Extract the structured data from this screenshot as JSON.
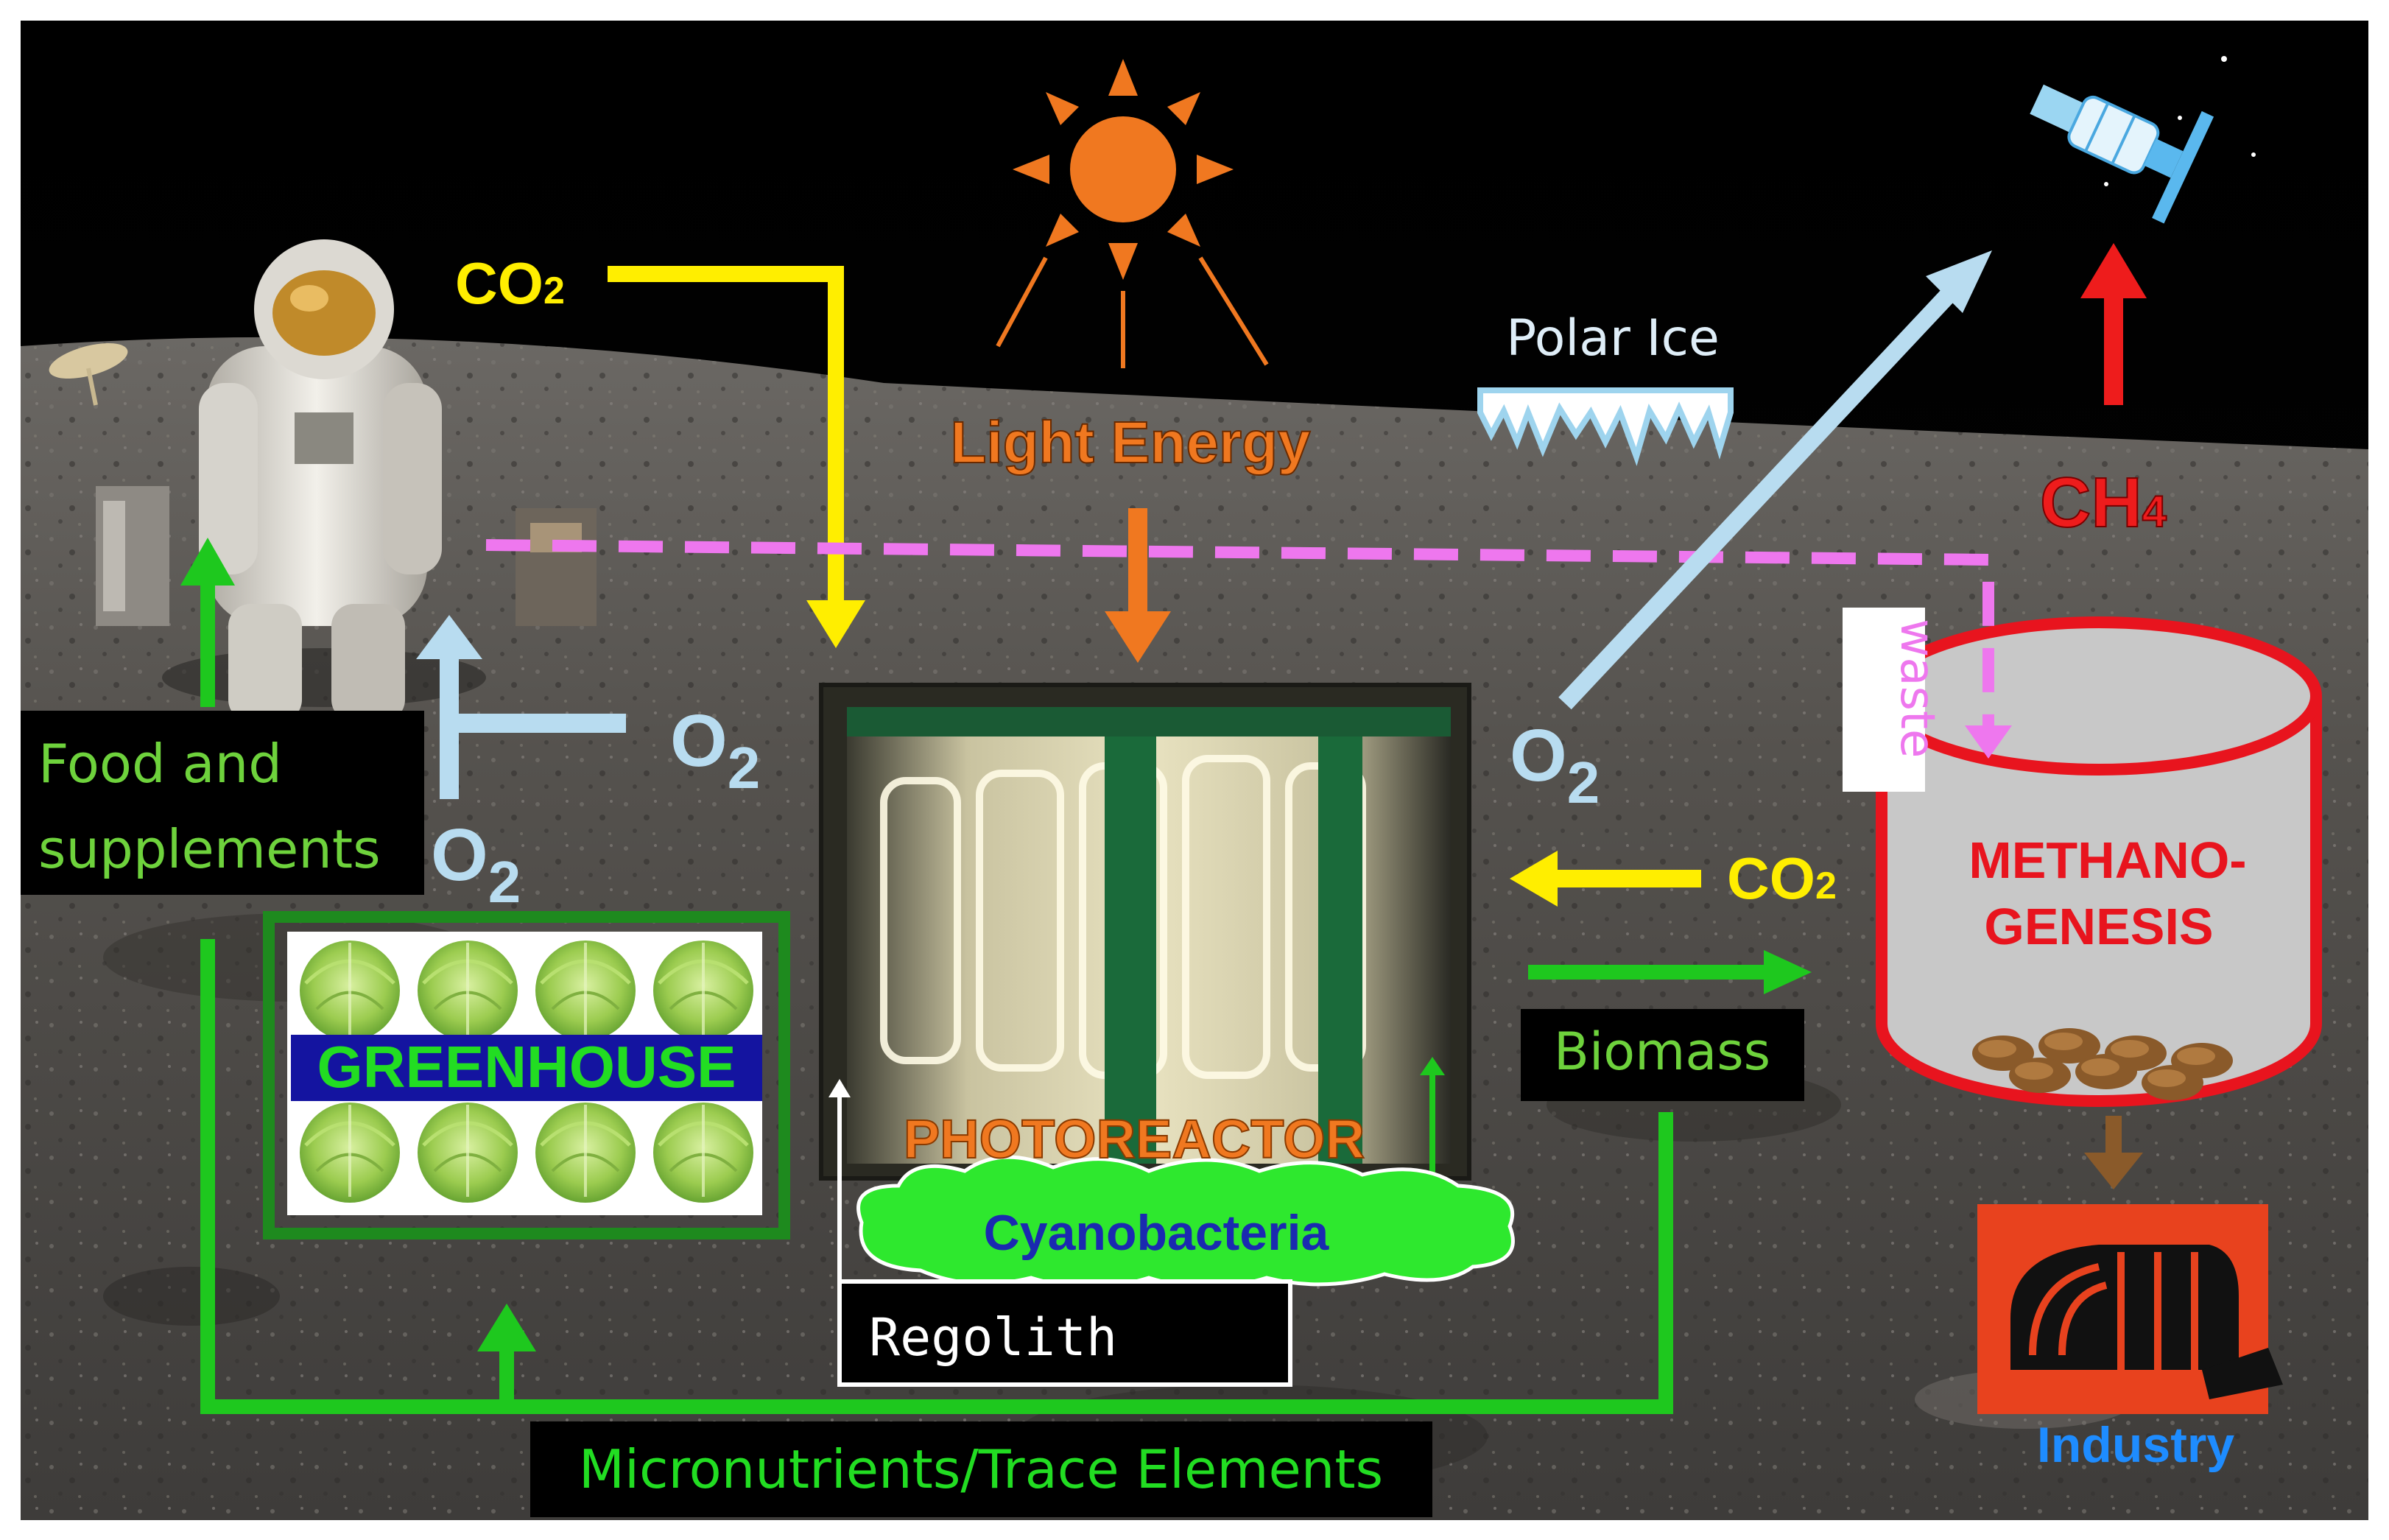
{
  "labels": {
    "co2_top": "CO",
    "co2_top_sub": "2",
    "light_energy": "Light Energy",
    "polar_ice": "Polar Ice",
    "ch4": "CH",
    "ch4_sub": "4",
    "o2_center": "O",
    "o2_center_sub": "2",
    "o2_greenhouse": "O",
    "o2_greenhouse_sub": "2",
    "o2_right": "O",
    "o2_right_sub": "2",
    "co2_right": "CO",
    "co2_right_sub": "2",
    "waste": "waste",
    "methanogenesis_line1": "METHANO-",
    "methanogenesis_line2": "GENESIS",
    "food_line1": "Food and",
    "food_line2": "supplements",
    "greenhouse": "GREENHOUSE",
    "photoreactor": "PHOTOREACTOR",
    "cyanobacteria": "Cyanobacteria",
    "regolith": "Regolith",
    "biomass": "Biomass",
    "micronutrients": "Micronutrients/Trace Elements",
    "industry": "Industry"
  },
  "colors": {
    "co2": "#ffee00",
    "o2": "#b8dcf0",
    "light": "#f07820",
    "ch4": "#ee1c1c",
    "waste": "#ee77ee",
    "green_flow": "#1ec81e",
    "food_text": "#6ed23c",
    "greenhouse_text": "#22dd22",
    "greenhouse_bar": "#1414a0",
    "methano_text": "#e8141e",
    "photoreactor_text": "#f07820",
    "cyano_text": "#1a2ab0",
    "cyano_cloud": "#2ee82e",
    "industry_text": "#1e8cff",
    "industry_bg": "#e8421e",
    "tank_fill": "#c8c8c8",
    "tank_stroke": "#e8141e"
  }
}
